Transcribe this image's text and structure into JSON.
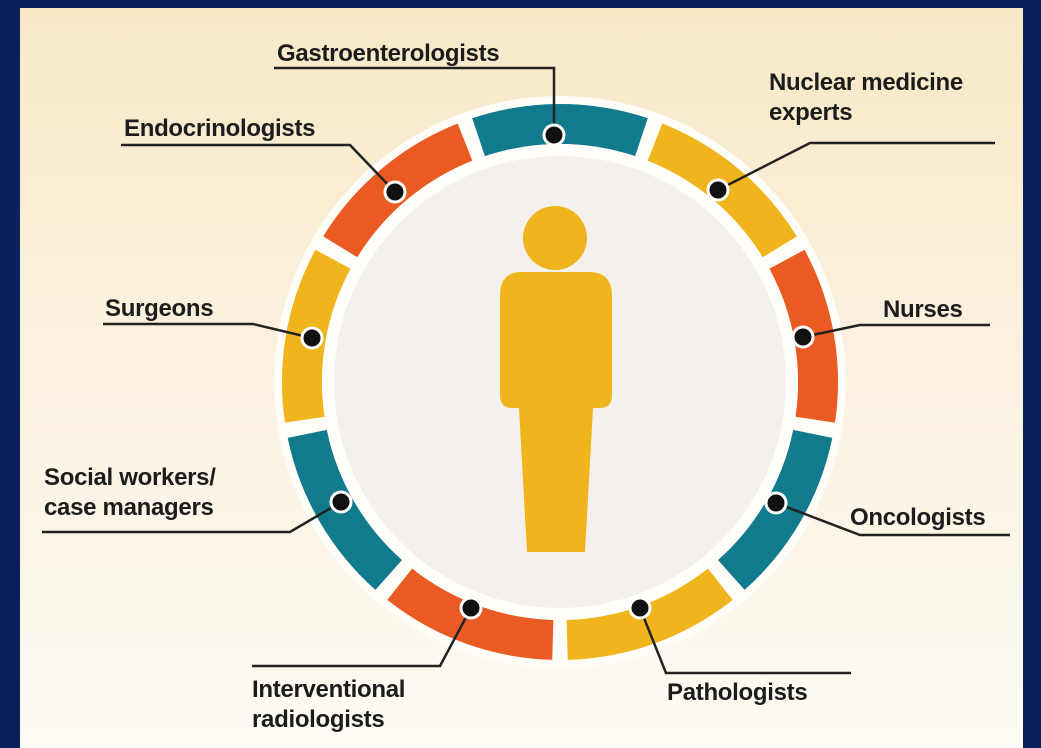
{
  "colors": {
    "background": "#0b1f5c",
    "teal": "#127a8d",
    "orange": "#ea5b24",
    "yellow": "#f0b51c",
    "figure": "#f0b51c",
    "line": "#222222"
  },
  "figure": {
    "icon": "person-icon"
  },
  "segments": [
    {
      "label": "Gastroenterologists",
      "color": "teal"
    },
    {
      "label": "Nuclear medicine experts",
      "color": "yellow"
    },
    {
      "label": "Nurses",
      "color": "orange"
    },
    {
      "label": "Oncologists",
      "color": "teal"
    },
    {
      "label": "Pathologists",
      "color": "yellow"
    },
    {
      "label": "Interventional radiologists",
      "color": "orange"
    },
    {
      "label": "Social workers/ case managers",
      "color": "teal"
    },
    {
      "label": "Surgeons",
      "color": "yellow"
    },
    {
      "label": "Endocrinologists",
      "color": "orange"
    }
  ],
  "labels": {
    "gastroenterologists": "Gastroenterologists",
    "nuclear_line1": "Nuclear medicine",
    "nuclear_line2": "experts",
    "endocrinologists": "Endocrinologists",
    "surgeons": "Surgeons",
    "nurses": "Nurses",
    "social_line1": "Social workers/",
    "social_line2": "case managers",
    "oncologists": "Oncologists",
    "interventional_line1": "Interventional",
    "interventional_line2": "radiologists",
    "pathologists": "Pathologists"
  }
}
